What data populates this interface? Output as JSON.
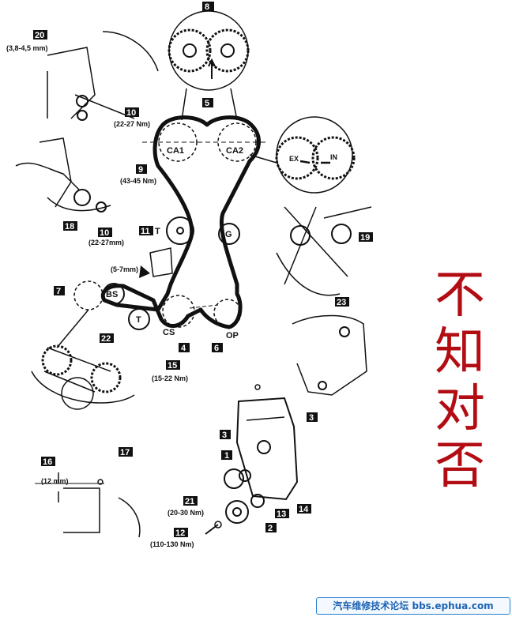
{
  "callouts": {
    "c1": "1",
    "c2": "2",
    "c3a": "3",
    "c3b": "3",
    "c4": "4",
    "c5": "5",
    "c6": "6",
    "c7": "7",
    "c8": "8",
    "c9": "9",
    "c10a": "10",
    "c10b": "10",
    "c11": "11",
    "c12": "12",
    "c13": "13",
    "c14": "14",
    "c15": "15",
    "c16": "16",
    "c17": "17",
    "c18": "18",
    "c19": "19",
    "c20": "20",
    "c21": "21",
    "c22": "22",
    "c23": "23"
  },
  "specs": {
    "s20": "(3,8-4,5 mm)",
    "s10a": "(22-27 Nm)",
    "s9": "(43-45 Nm)",
    "s10b": "(22-27mm)",
    "s57": "(5-7mm)",
    "s15": "(15-22 Nm)",
    "s12mm": "(12 mm)",
    "s21": "(20-30 Nm)",
    "s12": "(110-130 Nm)"
  },
  "pulleys": {
    "ca1": "CA1",
    "ca2": "CA2",
    "t": "T",
    "g": "G",
    "bs": "BS",
    "t2": "T",
    "cs": "CS",
    "op": "OP",
    "ex": "EX",
    "in": "IN"
  },
  "watermark": [
    "不",
    "知",
    "对",
    "否"
  ],
  "footer": "汽车维修技术论坛 bbs.ephua.com",
  "colors": {
    "ink": "#111111",
    "watermark": "#b30d14",
    "footer": "#1d63b3"
  }
}
